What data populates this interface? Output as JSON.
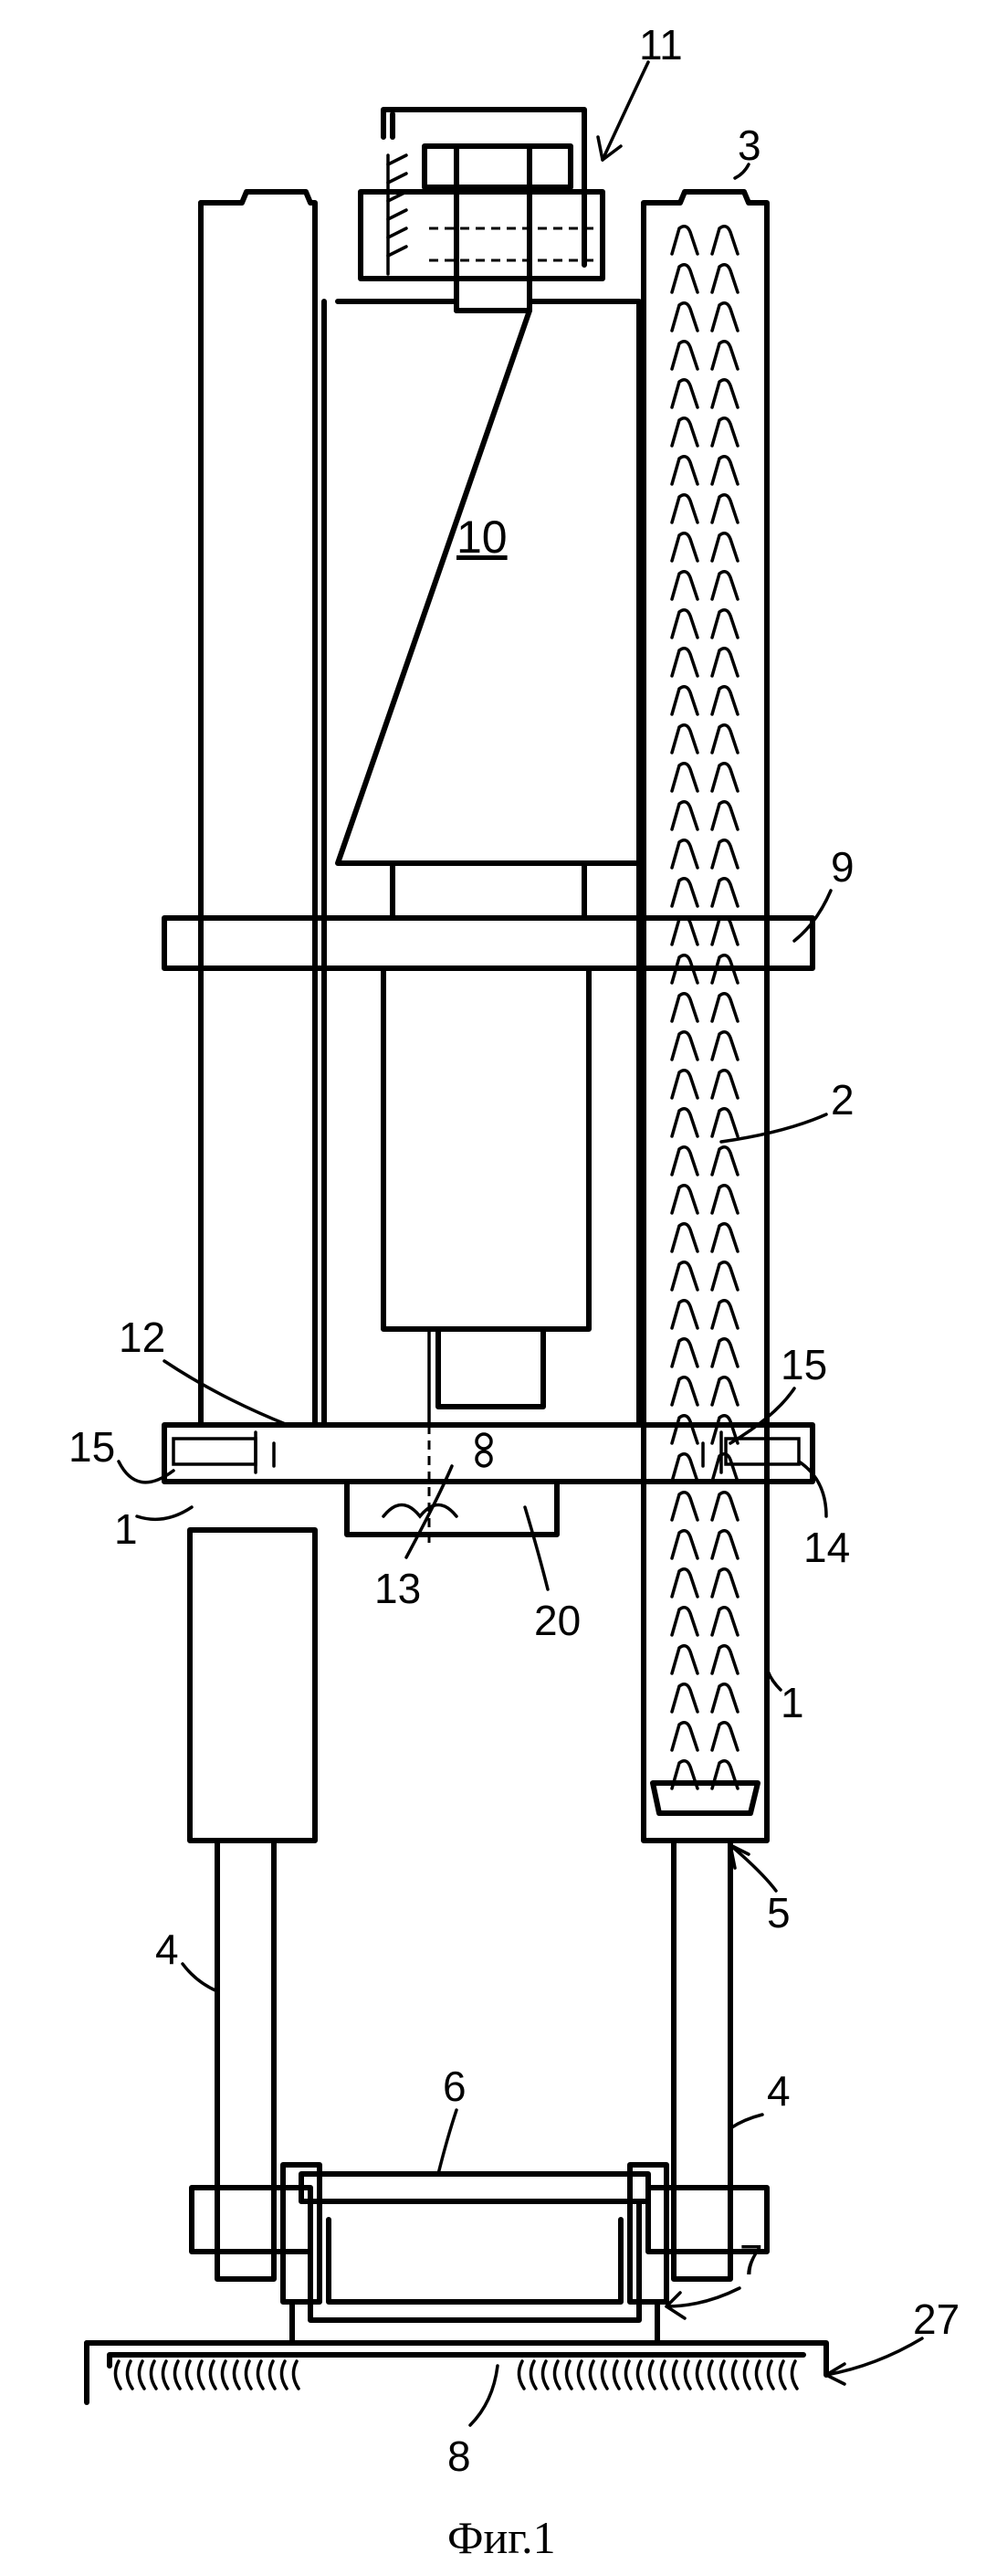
{
  "figure": {
    "caption": "Фиг.1",
    "labels": {
      "l1_left": "1",
      "l1_right": "1",
      "l2": "2",
      "l3": "3",
      "l4_left": "4",
      "l4_right": "4",
      "l5": "5",
      "l6": "6",
      "l7": "7",
      "l8": "8",
      "l9": "9",
      "l10": "10",
      "l11": "11",
      "l12": "12",
      "l13": "13",
      "l14": "14",
      "l15_left": "15",
      "l15_right": "15",
      "l20": "20",
      "l27": "27"
    }
  }
}
